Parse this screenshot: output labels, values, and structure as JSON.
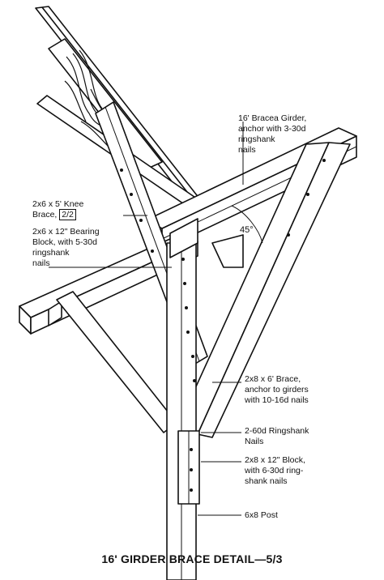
{
  "labels": {
    "braced_girder": [
      "16' Bracea Girder,",
      "anchor with 3-30d",
      "ringshank",
      "nails"
    ],
    "knee_brace_line1": "2x6 x 5' Knee",
    "knee_brace_prefix": "Brace,",
    "knee_brace_ref": "2/2",
    "bearing_block": [
      "2x6 x 12\" Bearing",
      "Block, with 5-30d",
      "ringshank",
      "nails"
    ],
    "angle": "45°",
    "brace_2x8": [
      "2x8 x 6' Brace,",
      "anchor to girders",
      "with 10-16d nails"
    ],
    "ringshank_nails": [
      "2-60d Ringshank",
      "Nails"
    ],
    "block_2x8": [
      "2x8 x 12\" Block,",
      "with 6-30d ring-",
      "shank nails"
    ],
    "post": "6x8 Post"
  },
  "caption": "16' GIRDER BRACE DETAIL—5/3"
}
